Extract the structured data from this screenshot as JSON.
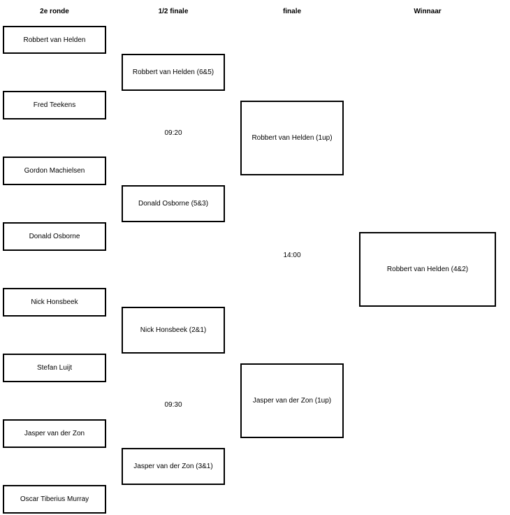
{
  "headers": {
    "round2": "2e ronde",
    "semi": "1/2 finale",
    "final": "finale",
    "winner": "Winnaar"
  },
  "round2": [
    "Robbert van Helden",
    "Fred Teekens",
    "Gordon Machielsen",
    "Donald Osborne",
    "Nick Honsbeek",
    "Stefan Luijt",
    "Jasper van der Zon",
    "Oscar Tiberius Murray"
  ],
  "semi": [
    "Robbert van Helden (6&5)",
    "Donald Osborne (5&3)",
    "Nick Honsbeek (2&1)",
    "Jasper van der Zon (3&1)"
  ],
  "semi_times": [
    "09:20",
    "09:30"
  ],
  "final": [
    "Robbert van Helden (1up)",
    "Jasper van der Zon (1up)"
  ],
  "final_time": "14:00",
  "winner": "Robbert van Helden (4&2)"
}
